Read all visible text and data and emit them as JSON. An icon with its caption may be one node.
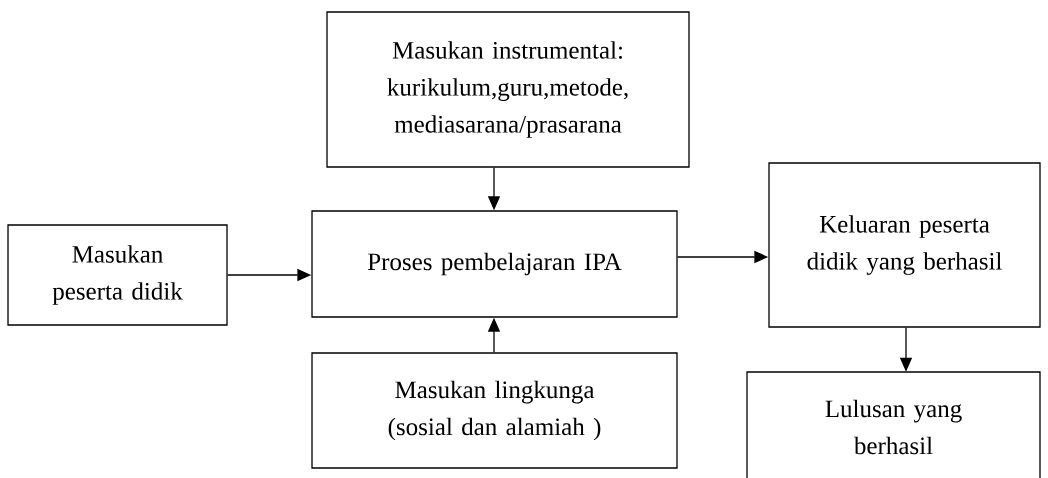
{
  "diagram": {
    "nodes": [
      {
        "text": [
          "Masukan instrumental: kurikulum,guru,metode, mediasarana/prasarana"
        ]
      },
      {
        "text": [
          "Masukan peserta didik"
        ]
      },
      {
        "text": [
          "Proses pembelajaran IPA"
        ]
      },
      {
        "text": [
          "Masukan lingkunga (sosial dan alamiah )"
        ]
      },
      {
        "text": [
          "Keluaran peserta didik yang berhasil"
        ]
      },
      {
        "text": [
          "Lulusan yang berhasil"
        ]
      }
    ],
    "edges": [
      {
        "from": 0,
        "to": 2,
        "arrow": "to"
      },
      {
        "from": 1,
        "to": 2,
        "arrow": "to"
      },
      {
        "from": 3,
        "to": 2,
        "arrow": "to"
      },
      {
        "from": 2,
        "to": 4,
        "arrow": "to"
      },
      {
        "from": 4,
        "to": 5,
        "arrow": "to"
      }
    ]
  }
}
